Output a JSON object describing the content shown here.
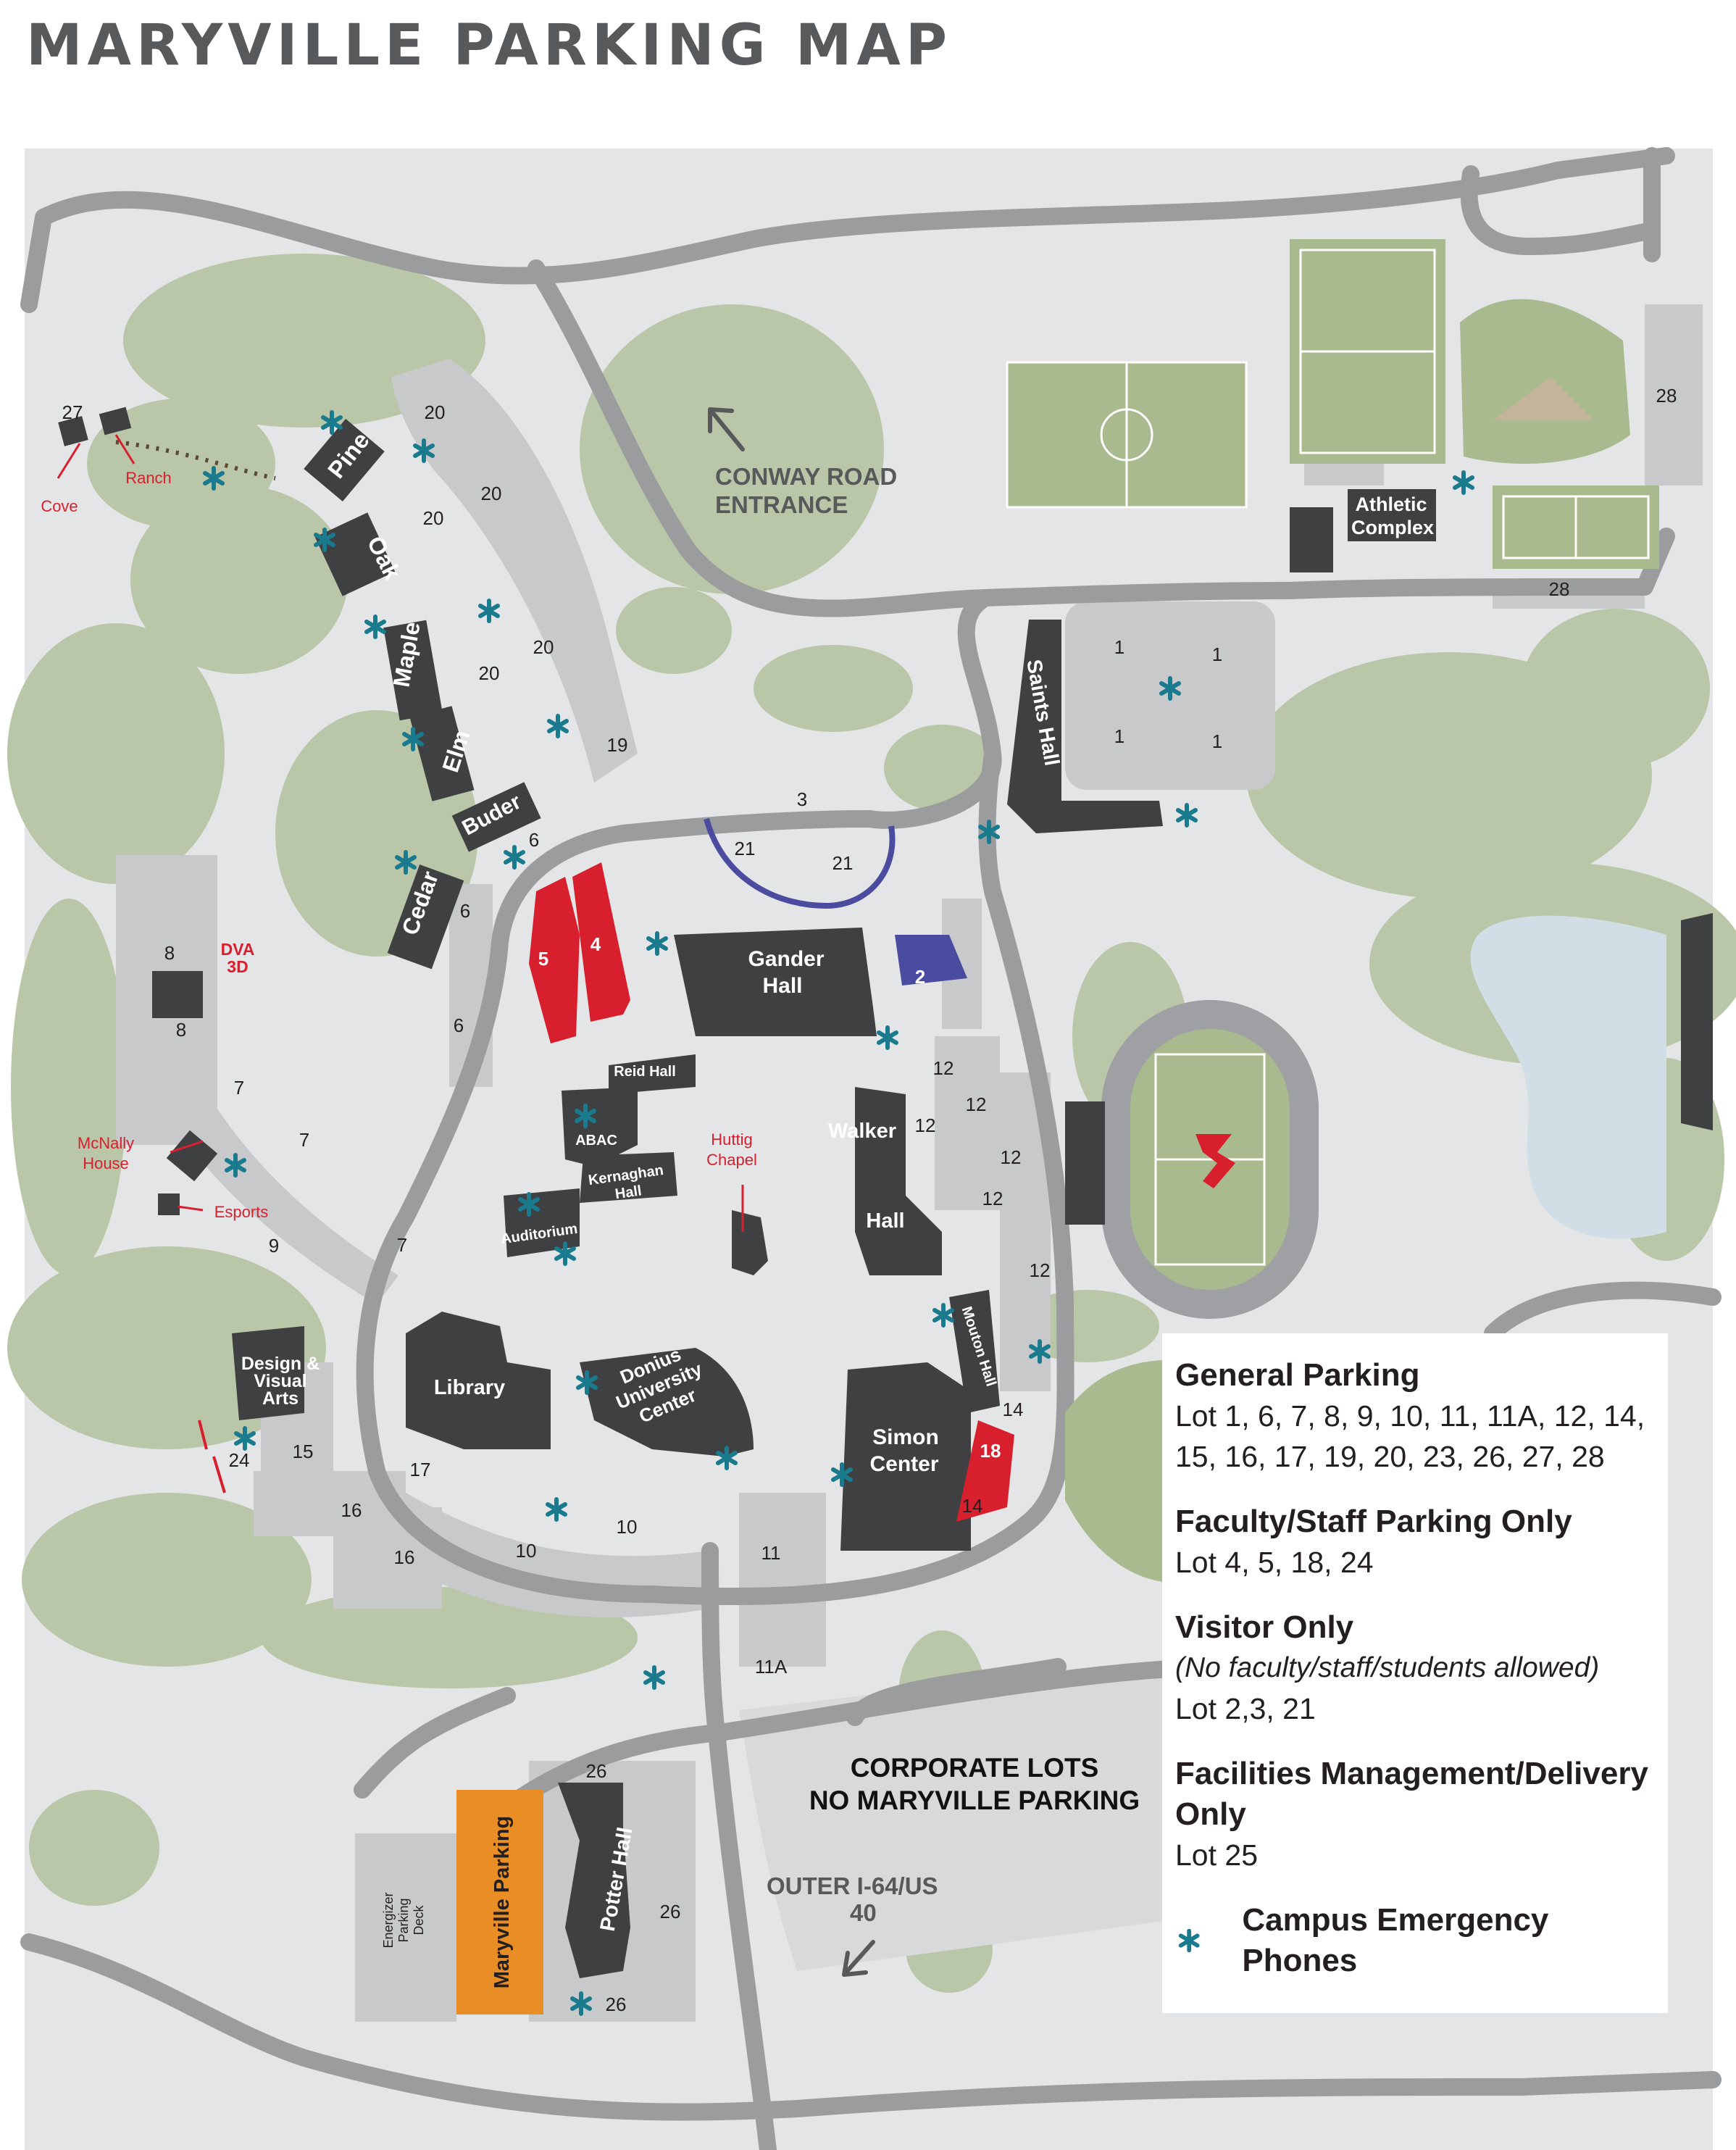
{
  "title": "MARYVILLE PARKING MAP",
  "colors": {
    "map_bg": "#e4e5e6",
    "road": "#9b9c9e",
    "tree": "#b9c6a8",
    "building": "#3f4042",
    "field": "#a8ba8e",
    "water": "#d1dee6",
    "faculty_lot": "#d81f2e",
    "visitor_lot": "#4b4ca0",
    "maryville_deck": "#e98e24",
    "phone": "#1a7a8e",
    "label_red": "#d81f2e"
  },
  "icons": {
    "phone": "emergency-phone-icon",
    "entrance_arrow": "arrow-icon"
  },
  "buildings": {
    "pine": "Pine",
    "oak": "Oak",
    "maple": "Maple",
    "elm": "Elm",
    "buder": "Buder",
    "cedar": "Cedar",
    "gander": "Gander Hall",
    "saints": "Saints Hall",
    "reid": "Reid Hall",
    "abac": "ABAC",
    "kernaghan": "Kernaghan Hall",
    "auditorium": "Auditorium",
    "walker": "Walker Hall",
    "mouton": "Mouton Hall",
    "library": "Library",
    "donius": "Donius University Center",
    "simon": "Simon Center",
    "design": "Design & Visual Arts",
    "potter": "Potter Hall",
    "athletic": "Athletic Complex",
    "energizer": "Energizer Parking Deck",
    "maryville_parking": "Maryville Parking"
  },
  "places": {
    "cove": "Cove",
    "ranch": "Ranch",
    "dva": "DVA 3D",
    "mcnally": "McNally House",
    "esports": "Esports",
    "huttig": "Huttig Chapel"
  },
  "areas": {
    "conway": "CONWAY ROAD ENTRANCE",
    "outer": "OUTER I-64/US 40 ENTRANCE",
    "corporate": "CORPORATE LOTS NO MARYVILLE PARKING"
  },
  "lots": [
    {
      "id": "27",
      "text": "27"
    },
    {
      "id": "20a",
      "text": "20"
    },
    {
      "id": "20b",
      "text": "20"
    },
    {
      "id": "20c",
      "text": "20"
    },
    {
      "id": "20d",
      "text": "20"
    },
    {
      "id": "20e",
      "text": "20"
    },
    {
      "id": "19",
      "text": "19"
    },
    {
      "id": "28a",
      "text": "28"
    },
    {
      "id": "28b",
      "text": "28"
    },
    {
      "id": "1a",
      "text": "1"
    },
    {
      "id": "1b",
      "text": "1"
    },
    {
      "id": "1c",
      "text": "1"
    },
    {
      "id": "1d",
      "text": "1"
    },
    {
      "id": "3",
      "text": "3"
    },
    {
      "id": "21a",
      "text": "21"
    },
    {
      "id": "21b",
      "text": "21"
    },
    {
      "id": "6a",
      "text": "6"
    },
    {
      "id": "6b",
      "text": "6"
    },
    {
      "id": "6c",
      "text": "6"
    },
    {
      "id": "5",
      "text": "5"
    },
    {
      "id": "4",
      "text": "4"
    },
    {
      "id": "2",
      "text": "2"
    },
    {
      "id": "8a",
      "text": "8"
    },
    {
      "id": "8b",
      "text": "8"
    },
    {
      "id": "7a",
      "text": "7"
    },
    {
      "id": "7b",
      "text": "7"
    },
    {
      "id": "7c",
      "text": "7"
    },
    {
      "id": "9",
      "text": "9"
    },
    {
      "id": "12a",
      "text": "12"
    },
    {
      "id": "12b",
      "text": "12"
    },
    {
      "id": "12c",
      "text": "12"
    },
    {
      "id": "12d",
      "text": "12"
    },
    {
      "id": "12e",
      "text": "12"
    },
    {
      "id": "12f",
      "text": "12"
    },
    {
      "id": "14a",
      "text": "14"
    },
    {
      "id": "14b",
      "text": "14"
    },
    {
      "id": "18",
      "text": "18"
    },
    {
      "id": "24",
      "text": "24"
    },
    {
      "id": "15",
      "text": "15"
    },
    {
      "id": "16a",
      "text": "16"
    },
    {
      "id": "16b",
      "text": "16"
    },
    {
      "id": "17",
      "text": "17"
    },
    {
      "id": "10a",
      "text": "10"
    },
    {
      "id": "10b",
      "text": "10"
    },
    {
      "id": "11",
      "text": "11"
    },
    {
      "id": "11A",
      "text": "11A"
    },
    {
      "id": "26a",
      "text": "26"
    },
    {
      "id": "26b",
      "text": "26"
    },
    {
      "id": "26c",
      "text": "26"
    }
  ],
  "legend": {
    "general_title": "General Parking",
    "general_lots": "Lot 1, 6, 7, 8, 9, 10, 11, 11A, 12, 14, 15, 16, 17, 19, 20, 23, 26, 27, 28",
    "faculty_title": "Faculty/Staff Parking Only",
    "faculty_lots": "Lot 4, 5, 18, 24",
    "visitor_title": "Visitor Only",
    "visitor_note": "(No faculty/staff/students allowed)",
    "visitor_lots": "Lot 2,3, 21",
    "facilities_title": "Facilities Management/Delivery Only",
    "facilities_lots": "Lot 25",
    "phones_label": "Campus Emergency Phones"
  }
}
